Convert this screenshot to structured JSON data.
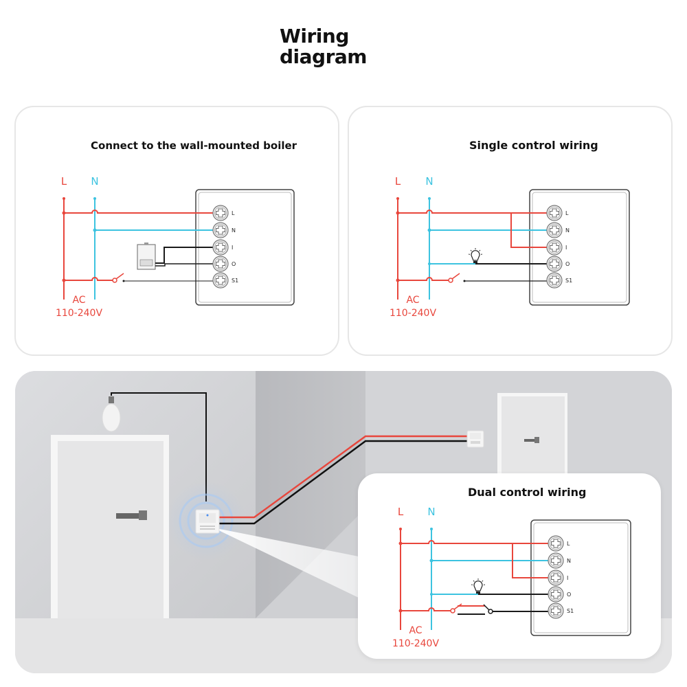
{
  "page": {
    "title_line1": "Wiring",
    "title_line2": "diagram"
  },
  "colors": {
    "live": "#e8463c",
    "neutral": "#3cc3e0",
    "signal": "#1a1a1a",
    "module_border": "#555555"
  },
  "terminals": [
    "L",
    "N",
    "I",
    "O",
    "S1"
  ],
  "diagrams": [
    {
      "id": "boiler",
      "title": "Connect to the wall-mounted boiler",
      "line_labels": {
        "live": "L",
        "neutral": "N"
      },
      "supply_label": "AC",
      "voltage_label": "110-240V",
      "load": "boiler-icon",
      "switch": "single-switch-icon"
    },
    {
      "id": "single",
      "title": "Single control wiring",
      "line_labels": {
        "live": "L",
        "neutral": "N"
      },
      "supply_label": "AC",
      "voltage_label": "110-240V",
      "load": "light-bulb-icon",
      "switch": "single-switch-icon"
    },
    {
      "id": "dual",
      "title": "Dual control wiring",
      "line_labels": {
        "live": "L",
        "neutral": "N"
      },
      "supply_label": "AC",
      "voltage_label": "110-240V",
      "load": "light-bulb-icon",
      "switch": "two-way-switch-icon"
    }
  ],
  "scene": {
    "elements": [
      "light-bulb",
      "door-left",
      "smart-switch-module",
      "wall-switch-remote",
      "door-right",
      "signal-waves"
    ]
  }
}
